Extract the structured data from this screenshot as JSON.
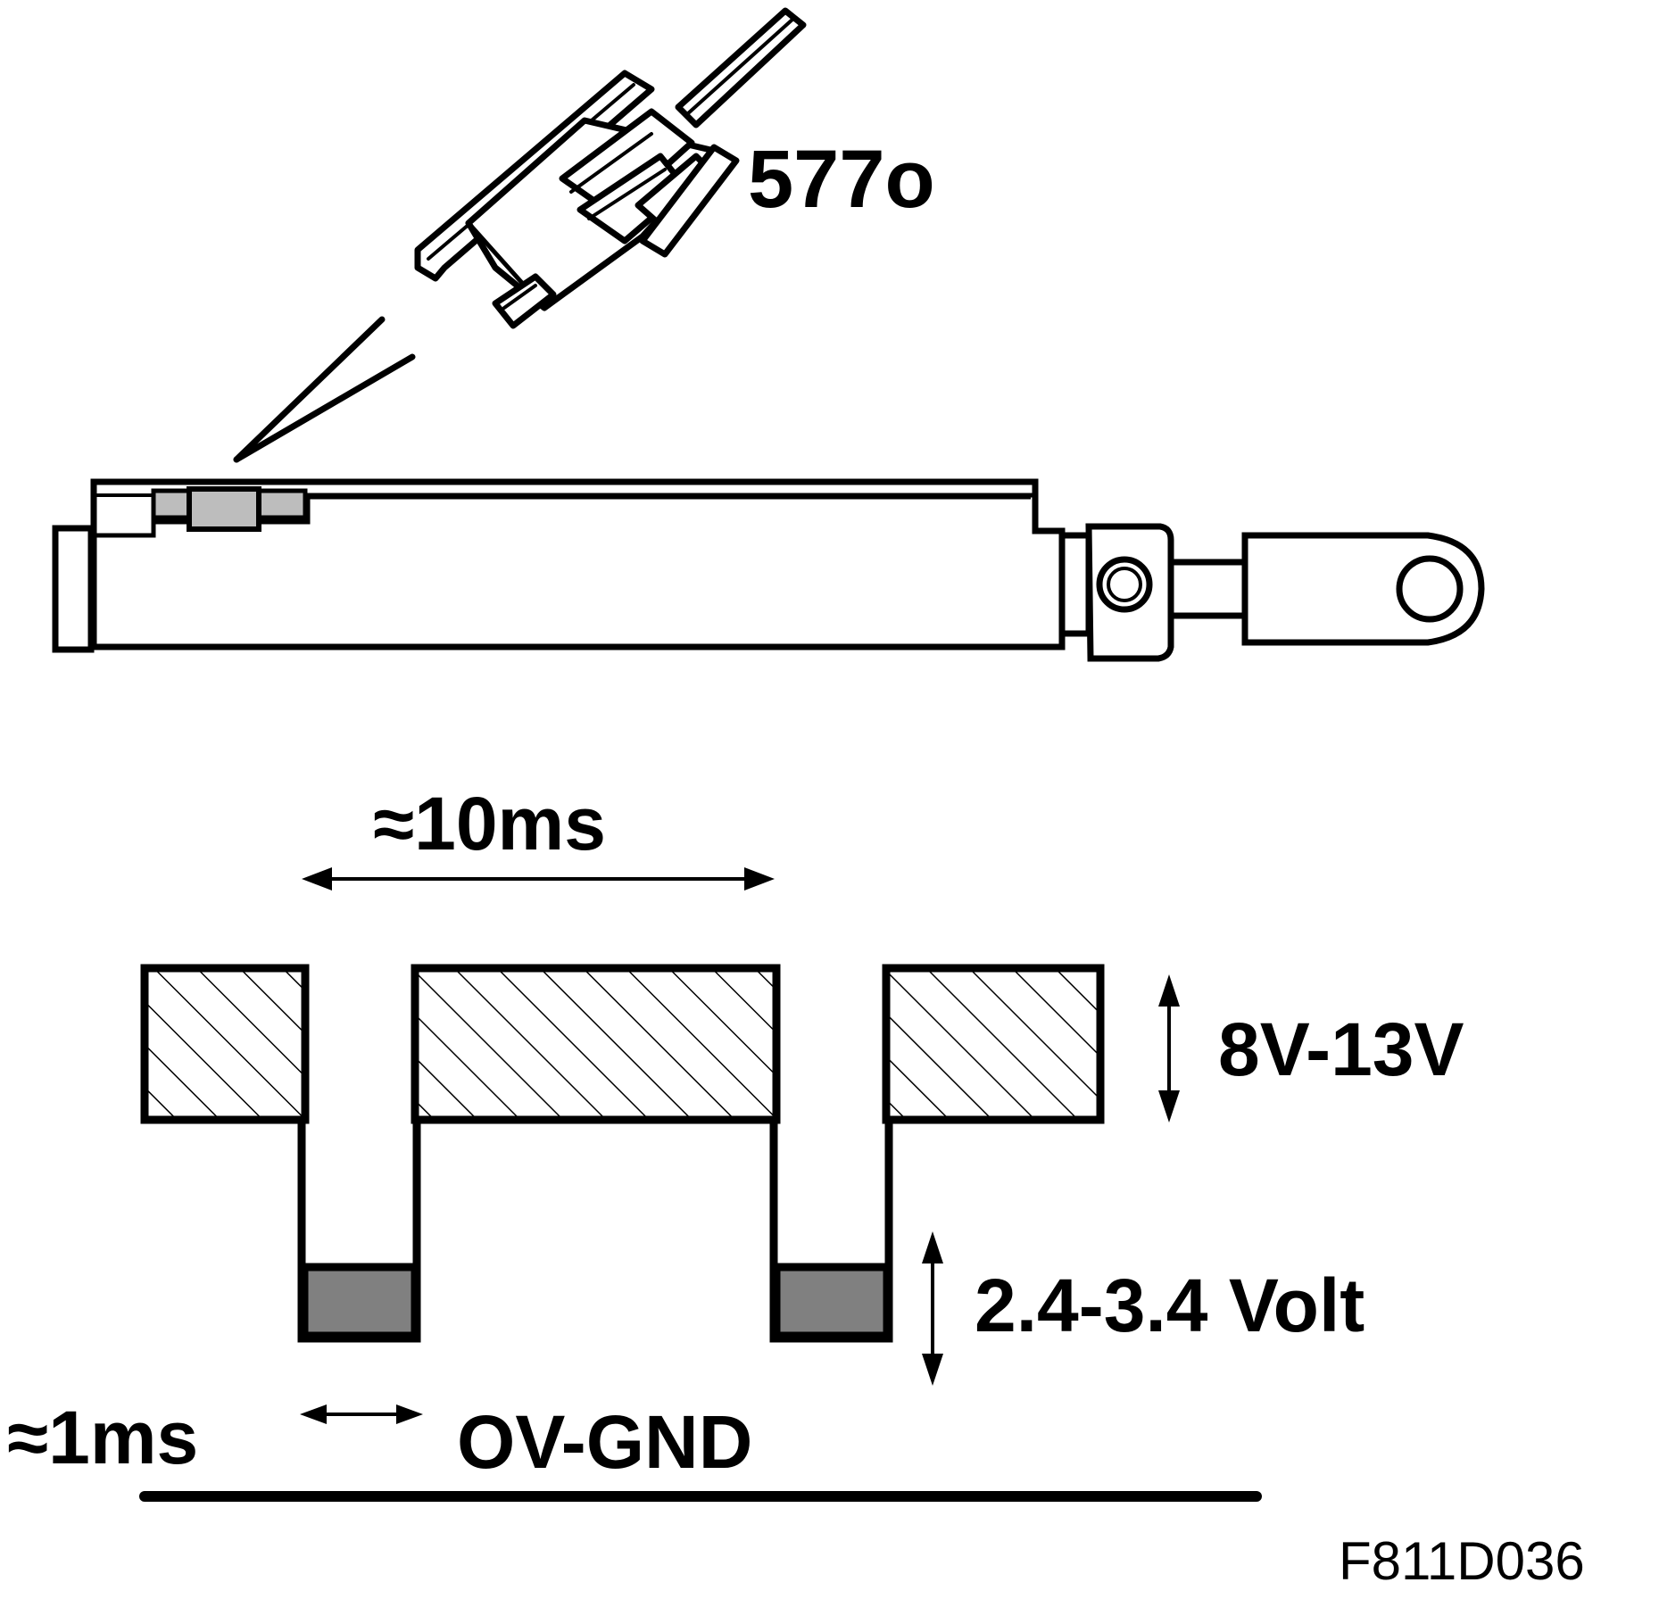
{
  "labels": {
    "connector_part": "577o",
    "period": "≈10ms",
    "high_level": "8V-13V",
    "low_level": "2.4-3.4 Volt",
    "pulse_width": "≈1ms",
    "ground": "OV-GND",
    "figure_code": "F811D036"
  },
  "colors": {
    "line": "#000000",
    "fill_light": "#bdbdbd",
    "fill_dark": "#808080",
    "background": "#ffffff"
  }
}
